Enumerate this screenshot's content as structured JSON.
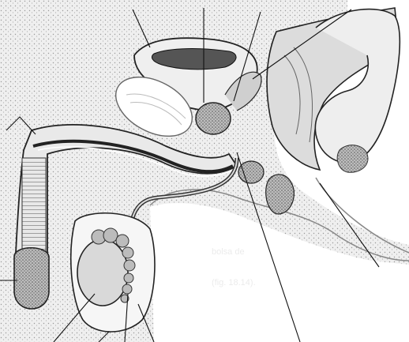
{
  "figure": {
    "description_visible_text": "",
    "show_through_text": {
      "lines": [
        "bolsa de",
        "(fig. 18.14)."
      ]
    },
    "colors": {
      "background": "#ffffff",
      "tissue_light": "#f4f4f4",
      "tissue_mid": "#d6d6d6",
      "tissue_dark": "#7a7a7a",
      "outline": "#1a1a1a",
      "leader_line": "#111111"
    },
    "leader_line_count": 11
  }
}
